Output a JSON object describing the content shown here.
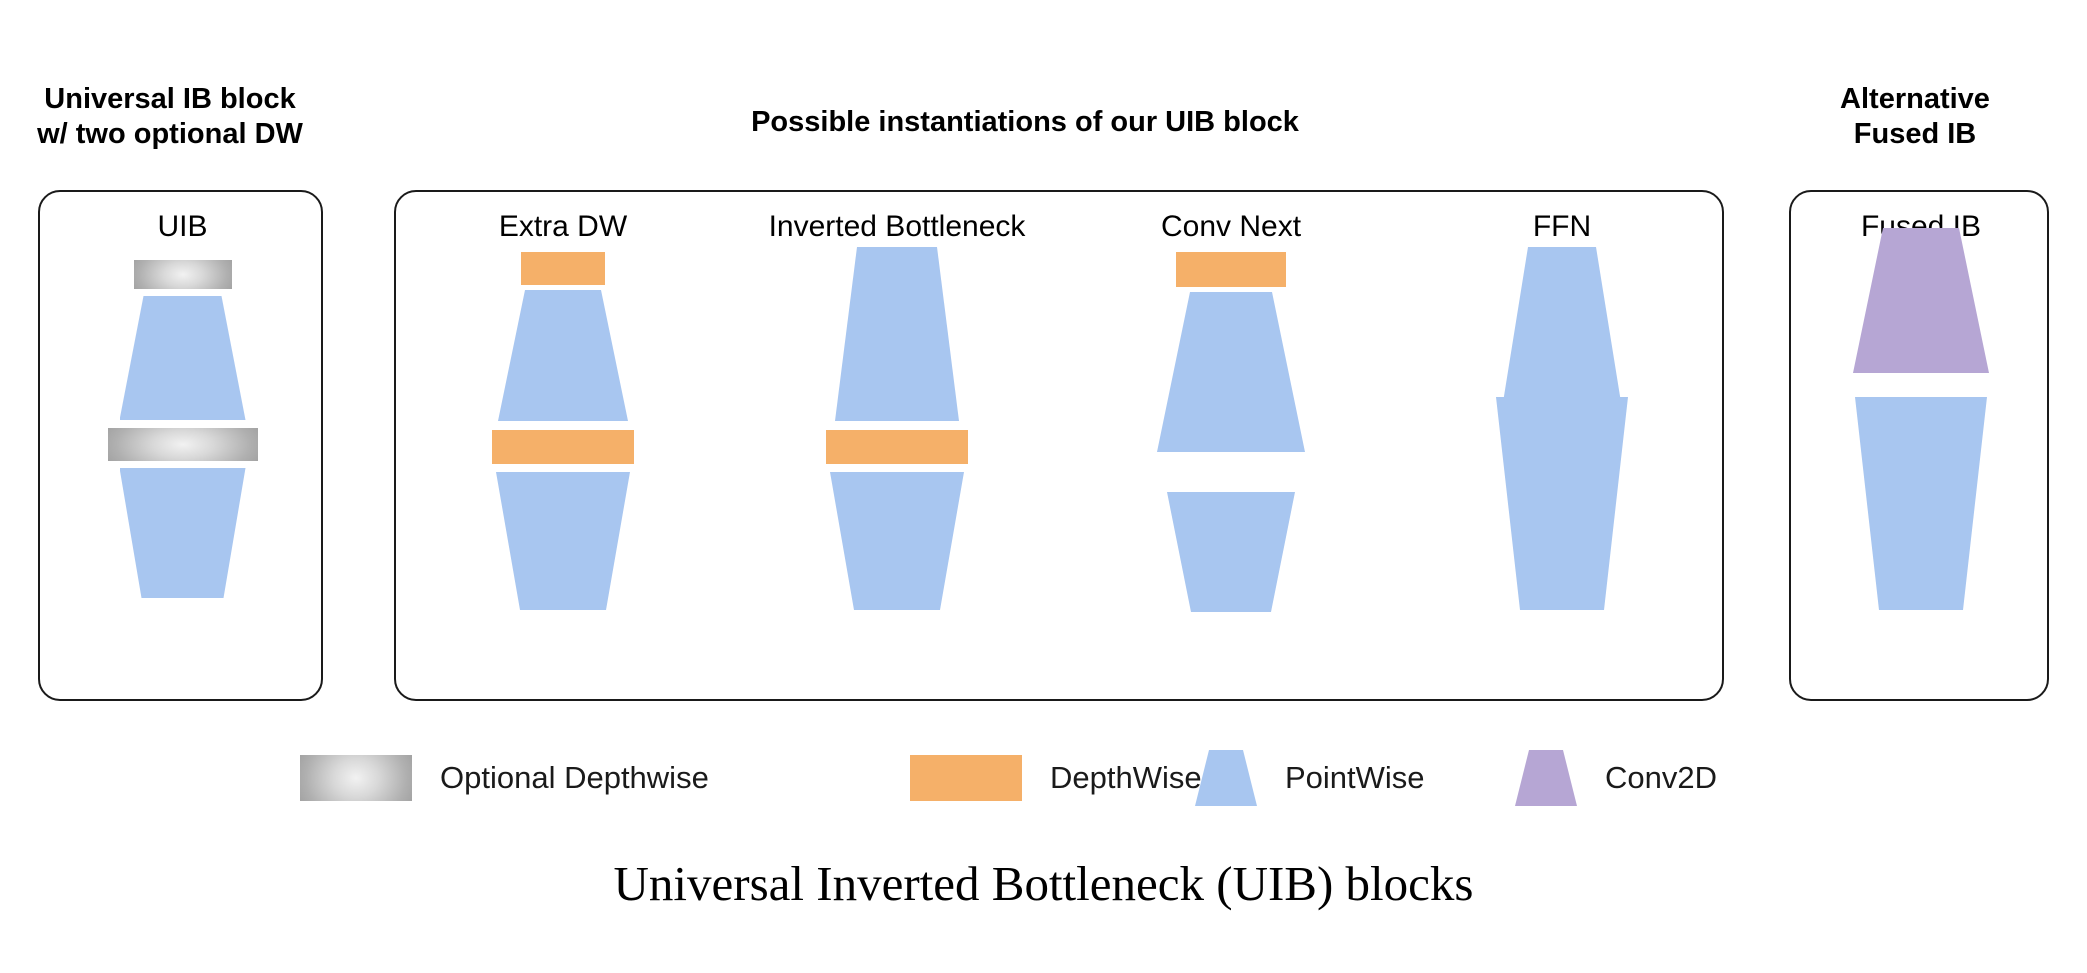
{
  "headings": {
    "left": "Universal IB block\nw/ two optional DW",
    "middle": "Possible instantiations of our UIB block",
    "right": "Alternative\nFused IB"
  },
  "panels": {
    "uib": {
      "columns": [
        {
          "title": "UIB",
          "layers": [
            {
              "kind": "optional-depthwise-bar"
            },
            {
              "kind": "pointwise-expand"
            },
            {
              "kind": "optional-depthwise-bar"
            },
            {
              "kind": "pointwise-contract"
            }
          ]
        }
      ]
    },
    "middle": {
      "columns": [
        {
          "title": "Extra DW",
          "layers": [
            {
              "kind": "depthwise-bar"
            },
            {
              "kind": "pointwise-expand"
            },
            {
              "kind": "depthwise-bar"
            },
            {
              "kind": "pointwise-contract"
            }
          ]
        },
        {
          "title": "Inverted Bottleneck",
          "layers": [
            {
              "kind": "pointwise-expand"
            },
            {
              "kind": "depthwise-bar"
            },
            {
              "kind": "pointwise-contract"
            }
          ]
        },
        {
          "title": "Conv Next",
          "layers": [
            {
              "kind": "depthwise-bar"
            },
            {
              "kind": "pointwise-expand"
            },
            {
              "kind": "pointwise-contract"
            }
          ]
        },
        {
          "title": "FFN",
          "layers": [
            {
              "kind": "pointwise-expand"
            },
            {
              "kind": "pointwise-contract"
            }
          ]
        }
      ]
    },
    "fused": {
      "columns": [
        {
          "title": "Fused IB",
          "layers": [
            {
              "kind": "conv2d-expand"
            },
            {
              "kind": "pointwise-contract"
            }
          ]
        }
      ]
    }
  },
  "legend": {
    "items": [
      {
        "label": "Optional Depthwise",
        "swatch": "gray-gradient-bar",
        "color": "#b0b0b0"
      },
      {
        "label": "DepthWise",
        "swatch": "orange-bar",
        "color": "#f5b069"
      },
      {
        "label": "PointWise",
        "swatch": "blue-trapezoid",
        "color": "#a8c6f0"
      },
      {
        "label": "Conv2D",
        "swatch": "purple-trapezoid",
        "color": "#b6a6d4"
      }
    ]
  },
  "caption": "Universal Inverted Bottleneck (UIB) blocks",
  "colors": {
    "pointwise": "#a8c6f0",
    "depthwise": "#f5b069",
    "conv2d": "#b6a6d4",
    "optional_depthwise": "#b0b0b0",
    "outline": "#1a1a1a",
    "background": "#ffffff"
  }
}
